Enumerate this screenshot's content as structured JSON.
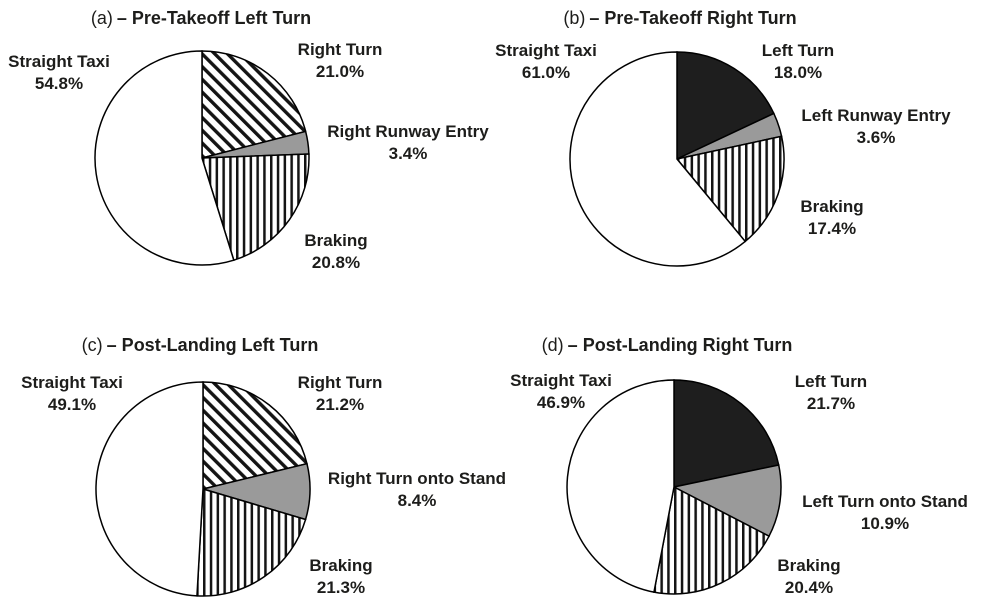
{
  "figure": {
    "background": "#ffffff",
    "description": "Four pie charts of taxiway event distributions"
  },
  "colors": {
    "black": "#1e1e1e",
    "gray": "#9a9a9a",
    "white": "#ffffff",
    "outline": "#000000",
    "text": "#1d1d1b"
  },
  "chart_data": [
    {
      "type": "pie",
      "id": "a",
      "tag": "(a)",
      "title": "– Pre-Takeoff Left Turn",
      "direction": "clockwise",
      "start_angle": "12-oclock",
      "slices": [
        {
          "label": "Right Turn",
          "value": 21.0,
          "pct": "21.0%",
          "fill": "diagonal-hatch"
        },
        {
          "label": "Right Runway Entry",
          "value": 3.4,
          "pct": "3.4%",
          "fill": "gray"
        },
        {
          "label": "Braking",
          "value": 20.8,
          "pct": "20.8%",
          "fill": "vertical-hatch"
        },
        {
          "label": "Straight Taxi",
          "value": 54.8,
          "pct": "54.8%",
          "fill": "white"
        }
      ]
    },
    {
      "type": "pie",
      "id": "b",
      "tag": "(b)",
      "title": "– Pre-Takeoff Right Turn",
      "direction": "clockwise",
      "start_angle": "12-oclock",
      "slices": [
        {
          "label": "Left Turn",
          "value": 18.0,
          "pct": "18.0%",
          "fill": "black"
        },
        {
          "label": "Left Runway Entry",
          "value": 3.6,
          "pct": "3.6%",
          "fill": "gray"
        },
        {
          "label": "Braking",
          "value": 17.4,
          "pct": "17.4%",
          "fill": "vertical-hatch"
        },
        {
          "label": "Straight Taxi",
          "value": 61.0,
          "pct": "61.0%",
          "fill": "white"
        }
      ]
    },
    {
      "type": "pie",
      "id": "c",
      "tag": "(c)",
      "title": "– Post-Landing Left Turn",
      "direction": "clockwise",
      "start_angle": "12-oclock",
      "slices": [
        {
          "label": "Right Turn",
          "value": 21.2,
          "pct": "21.2%",
          "fill": "diagonal-hatch"
        },
        {
          "label": "Right Turn onto Stand",
          "value": 8.4,
          "pct": "8.4%",
          "fill": "gray"
        },
        {
          "label": "Braking",
          "value": 21.3,
          "pct": "21.3%",
          "fill": "vertical-hatch"
        },
        {
          "label": "Straight Taxi",
          "value": 49.1,
          "pct": "49.1%",
          "fill": "white"
        }
      ]
    },
    {
      "type": "pie",
      "id": "d",
      "tag": "(d)",
      "title": "– Post-Landing Right Turn",
      "direction": "clockwise",
      "start_angle": "12-oclock",
      "slices": [
        {
          "label": "Left Turn",
          "value": 21.7,
          "pct": "21.7%",
          "fill": "black"
        },
        {
          "label": "Left Turn onto Stand",
          "value": 10.9,
          "pct": "10.9%",
          "fill": "gray"
        },
        {
          "label": "Braking",
          "value": 20.4,
          "pct": "20.4%",
          "fill": "vertical-hatch"
        },
        {
          "label": "Straight Taxi",
          "value": 46.9,
          "pct": "46.9%",
          "fill": "white"
        }
      ]
    }
  ]
}
